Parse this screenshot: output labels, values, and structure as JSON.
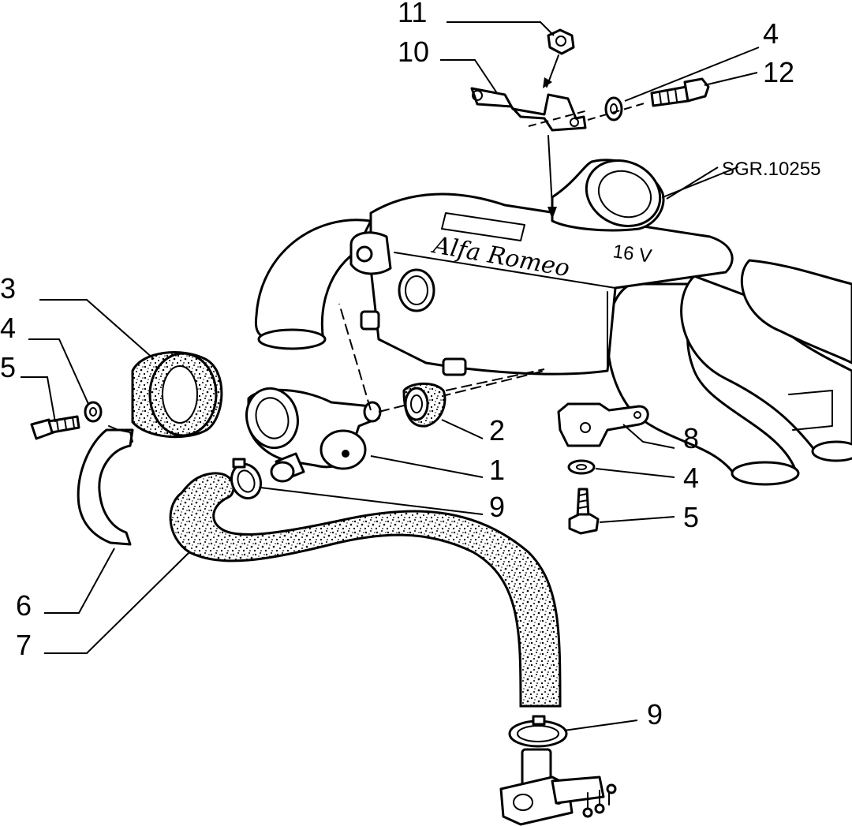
{
  "drawing": {
    "reference_code": "SGR.10255",
    "manifold_logo": "Alfa Romeo",
    "manifold_badge": "16 V"
  },
  "callouts": [
    {
      "id": "c11",
      "label": "11"
    },
    {
      "id": "c10",
      "label": "10"
    },
    {
      "id": "c4-top",
      "label": "4"
    },
    {
      "id": "c12",
      "label": "12"
    },
    {
      "id": "c3",
      "label": "3"
    },
    {
      "id": "c4-left",
      "label": "4"
    },
    {
      "id": "c5-left",
      "label": "5"
    },
    {
      "id": "c2",
      "label": "2"
    },
    {
      "id": "c8",
      "label": "8"
    },
    {
      "id": "c1",
      "label": "1"
    },
    {
      "id": "c4-right",
      "label": "4"
    },
    {
      "id": "c9-upper",
      "label": "9"
    },
    {
      "id": "c5-right",
      "label": "5"
    },
    {
      "id": "c6",
      "label": "6"
    },
    {
      "id": "c7",
      "label": "7"
    },
    {
      "id": "c9-lower",
      "label": "9"
    }
  ]
}
